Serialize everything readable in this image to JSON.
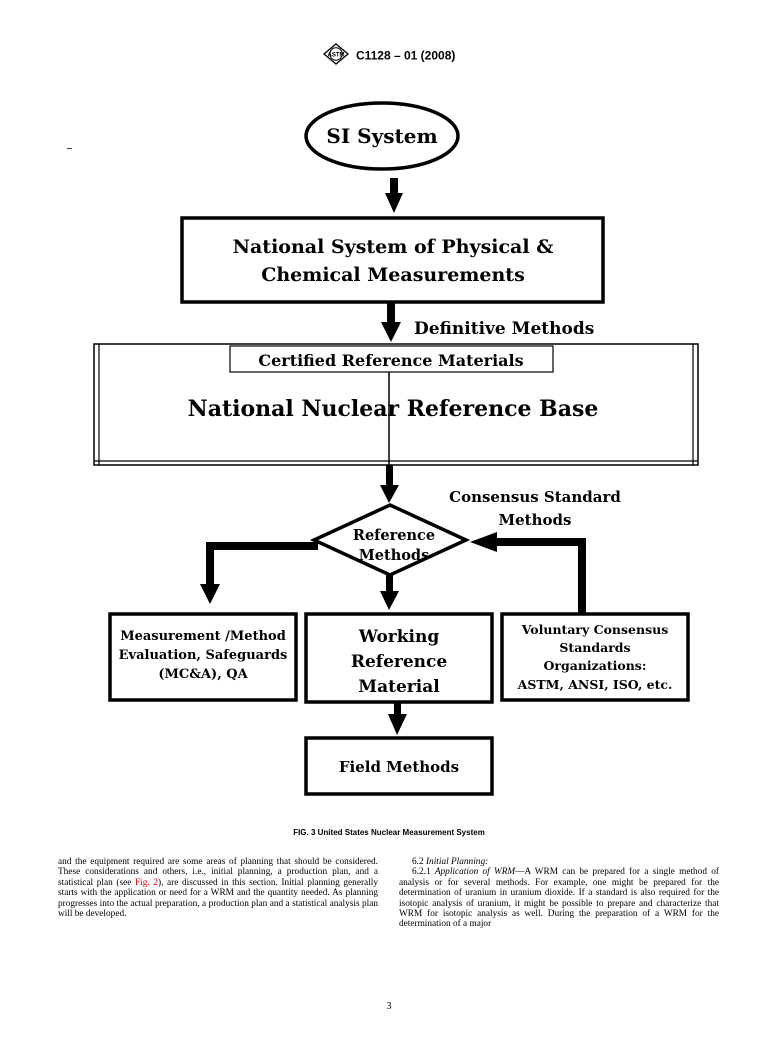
{
  "header": {
    "code": "C1128 – 01 (2008)"
  },
  "diagram": {
    "si_system": "SI System",
    "national_system": [
      "National System of Physical &",
      "Chemical Measurements"
    ],
    "definitive_methods": "Definitive Methods",
    "certified_reference_materials": "Certified Reference Materials",
    "national_nuclear_reference_base": "National Nuclear Reference Base",
    "consensus_standard_methods": [
      "Consensus Standard",
      "Methods"
    ],
    "reference_methods": [
      "Reference",
      "Methods"
    ],
    "measurement_box": [
      "Measurement /Method",
      "Evaluation, Safeguards",
      "(MC&A), QA"
    ],
    "working_reference_material": [
      "Working",
      "Reference",
      "Material"
    ],
    "voluntary_box": [
      "Voluntary Consensus",
      "Standards",
      "Organizations:",
      "ASTM, ANSI, ISO, etc."
    ],
    "field_methods": "Field Methods"
  },
  "caption": "FIG. 3 United States Nuclear Measurement System",
  "left_col": {
    "text1": "and the equipment required are some areas of planning that should be considered. These considerations and others, i.e., initial planning, a production plan, and a statistical plan (see ",
    "link": "Fig. 2",
    "text2": "), are discussed in this section. Initial planning generally starts with the application or need for a WRM and the quantity needed. As planning progresses into the actual preparation, a production plan and a statistical analysis plan will be developed."
  },
  "right_col": {
    "h_num": "6.2",
    "h_title": "Initial Planning:",
    "p_num": "6.2.1",
    "p_title": "Application of WRM",
    "p_text": "—A WRM can be prepared for a single method of analysis or for several methods. For example, one might be prepared for the determination of uranium in uranium dioxide. If a standard is also required for the isotopic analysis of uranium, it might be possible to prepare and characterize that WRM for isotopic analysis as well. During the preparation of a WRM for the determination of a major"
  },
  "page_number": "3"
}
